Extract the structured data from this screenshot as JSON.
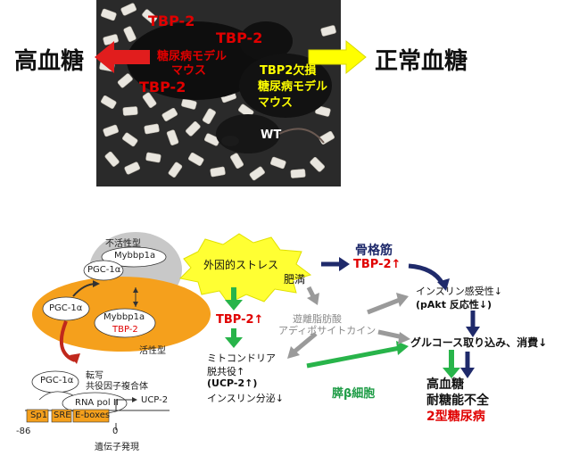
{
  "top": {
    "left_label": "高血糖",
    "right_label": "正常血糖",
    "photo": {
      "tbp2_a": "TBP-2",
      "tbp2_b": "TBP-2",
      "tbp2_c": "TBP-2",
      "model_mouse_line1": "糖尿病モデル",
      "model_mouse_line2": "マウス",
      "ko_line1": "TBP2欠損",
      "ko_line2": "糖尿病モデル",
      "ko_line3": "マウス",
      "wt": "WT"
    },
    "colors": {
      "red_arrow": "#e11d1d",
      "yellow_arrow": "#ffff00"
    }
  },
  "left_diagram": {
    "inactive_label": "不活性型",
    "active_label": "活性型",
    "mybbp1a_top": "Mybbp1a",
    "pgc_top": "PGC-1α",
    "pgc_left": "PGC-1α",
    "mybbp1a_mid": "Mybbp1a",
    "tbp2_mid": "TBP-2",
    "transcription_line1": "転写",
    "transcription_line2": "共役因子複合体",
    "pgc_bottom": "PGC-1α",
    "rna_pol": "RNA pol II",
    "ucp2": "UCP-2",
    "sp1": "Sp1",
    "sre": "SRE",
    "eboxes": "E-boxes",
    "pos_minus": "-86",
    "pos_zero": "0",
    "gene_expression": "遺伝子発現"
  },
  "right_diagram": {
    "external_stress": "外因的ストレス",
    "obesity": "肥満",
    "skeletal_muscle": "骨格筋",
    "tbp2_muscle": "TBP-2↑",
    "insulin_sensitivity": "インスリン感受性↓",
    "pakt": "(pAkt 反応性↓)",
    "tbp2_up": "TBP-2↑",
    "ffa_line1": "遊離脂肪酸",
    "ffa_line2": "アディポサイトカイン",
    "glucose": "グルコース取り込み、消費↓",
    "mito_line1": "ミトコンドリア",
    "mito_line2": "脱共役↑",
    "mito_line3": "(UCP-2↑)",
    "mito_line4": "インスリン分泌↓",
    "beta_cell": "膵β細胞",
    "hyperglycemia": "高血糖",
    "glucose_intolerance": "耐糖能不全",
    "type2_diabetes": "2型糖尿病"
  }
}
